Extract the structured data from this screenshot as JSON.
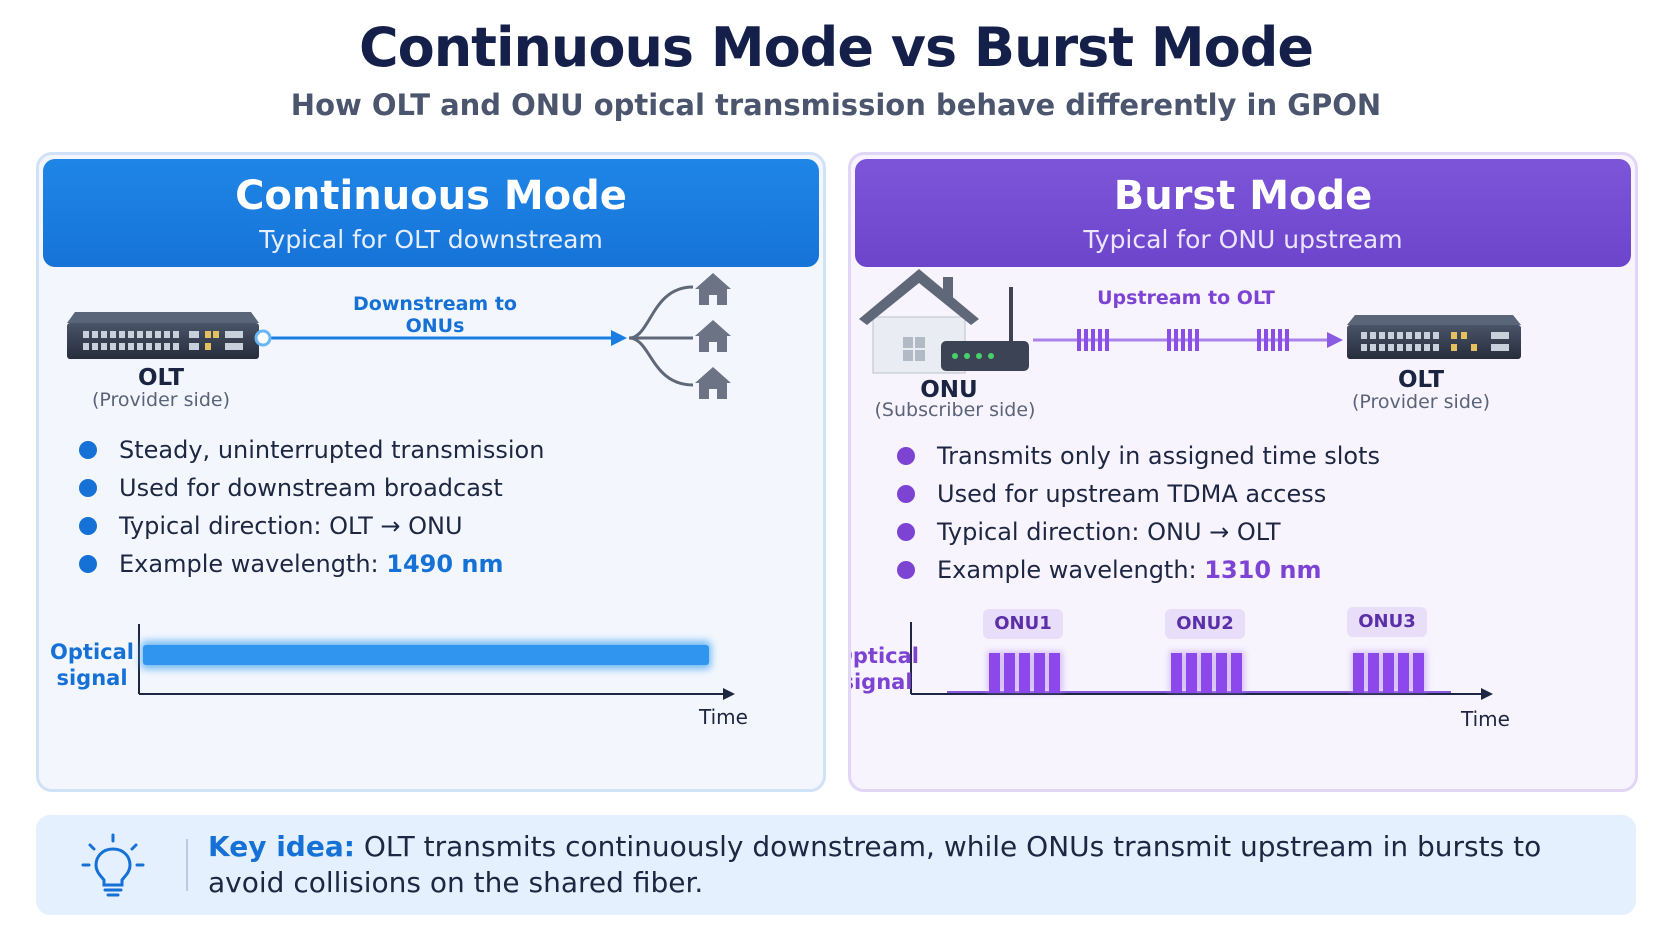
{
  "title": "Continuous Mode vs Burst Mode",
  "subtitle": "How OLT and ONU optical transmission behave differently in GPON",
  "continuous": {
    "heading": "Continuous Mode",
    "subheading": "Typical for OLT downstream",
    "flow_label": "Downstream to ONUs",
    "device_name": "OLT",
    "device_role": "(Provider side)",
    "bullets": [
      {
        "text": "Steady, uninterrupted transmission",
        "value": ""
      },
      {
        "text": "Used for downstream broadcast",
        "value": ""
      },
      {
        "text": "Typical direction: OLT → ONU",
        "value": ""
      },
      {
        "text": "Example wavelength: ",
        "value": "1490 nm"
      }
    ],
    "signal_label_line1": "Optical",
    "signal_label_line2": "signal",
    "time_label": "Time",
    "accent_color": "#1671d6"
  },
  "burst": {
    "heading": "Burst Mode",
    "subheading": "Typical for ONU upstream",
    "flow_label": "Upstream to OLT",
    "onu_name": "ONU",
    "onu_role": "(Subscriber side)",
    "olt_name": "OLT",
    "olt_role": "(Provider side)",
    "bullets": [
      {
        "text": "Transmits only in assigned time slots",
        "value": ""
      },
      {
        "text": "Used for upstream TDMA access",
        "value": ""
      },
      {
        "text": "Typical direction: ONU → OLT",
        "value": ""
      },
      {
        "text": "Example wavelength: ",
        "value": "1310 nm"
      }
    ],
    "bursts": [
      "ONU1",
      "ONU2",
      "ONU3"
    ],
    "signal_label_line1": "Optical",
    "signal_label_line2": "signal",
    "time_label": "Time",
    "accent_color": "#7d44d4"
  },
  "key_idea": {
    "lead": "Key idea:",
    "text": " OLT transmits continuously downstream, while ONUs transmit upstream in bursts to avoid collisions on the shared fiber.",
    "icon": "lightbulb-icon"
  }
}
